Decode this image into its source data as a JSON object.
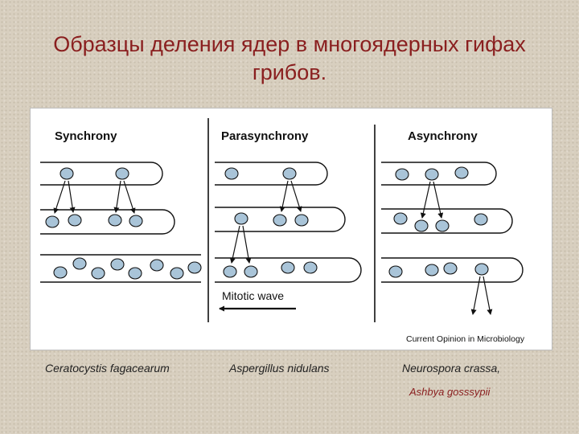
{
  "title": {
    "line1": "Образцы деления ядер в многоядерных гифах",
    "line2": "грибов."
  },
  "figure": {
    "panels": {
      "synchrony": "Synchrony",
      "parasynchrony": "Parasynchrony",
      "asynchrony": "Asynchrony"
    },
    "wave_label": "Mitotic wave",
    "credit": "Current Opinion in Microbiology"
  },
  "species": {
    "synchrony": "Ceratocystis fagacearum",
    "parasynchrony": "Aspergillus nidulans",
    "asynchrony_1": "Neurospora crassa,",
    "asynchrony_2": "Ashbya gosssypii"
  },
  "colors": {
    "title": "#8a1f1f",
    "nucleus_fill": "#a9c4d8",
    "outline": "#111111"
  }
}
